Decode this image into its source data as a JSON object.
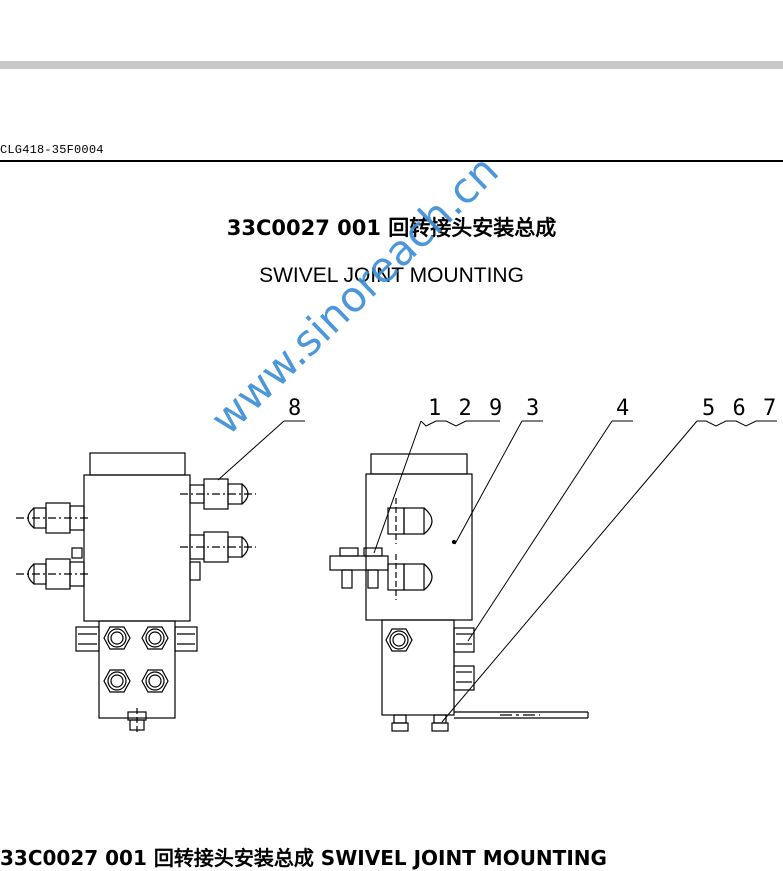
{
  "header": {
    "doc_code": "CLG418-35F0004"
  },
  "titles": {
    "cn": "33C0027 001  回转接头安装总成",
    "en": "SWIVEL JOINT MOUNTING"
  },
  "callouts": {
    "c8": "8",
    "c129": "1 2 9",
    "c3": "3",
    "c4": "4",
    "c567": "5 6 7"
  },
  "watermark": "www.sinoreach.cn",
  "footer": {
    "text": "33C0027 001  回转接头安装总成  SWIVEL JOINT MOUNTING"
  }
}
